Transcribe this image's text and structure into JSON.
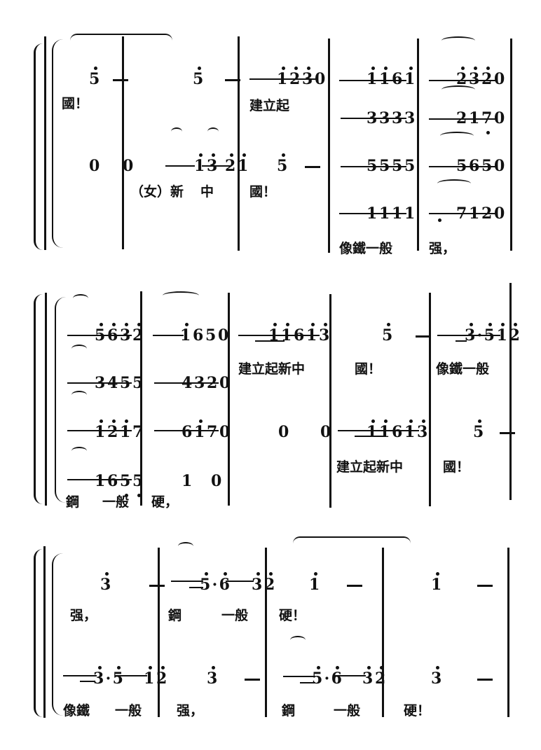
{
  "score": {
    "notation": "jianpu",
    "systems": [
      {
        "id": "system-1",
        "voices": [
          {
            "part": "upper",
            "measures": [
              {
                "notes": "5̇ —",
                "lyric": "國！"
              },
              {
                "notes": "5̇ —",
                "lyric": ""
              },
              {
                "notes": "1̇2̇3̇0",
                "lyric": "建立起"
              },
              {
                "notes": "1̇1̇61̇",
                "lyric": ""
              },
              {
                "notes": "2̇3̇2̇0",
                "lyric": ""
              }
            ]
          },
          {
            "part": "alto",
            "measures": [
              {
                "notes": "",
                "lyric": ""
              },
              {
                "notes": "",
                "lyric": ""
              },
              {
                "notes": "",
                "lyric": ""
              },
              {
                "notes": "3333",
                "lyric": ""
              },
              {
                "notes": "2170",
                "lyric": ""
              }
            ]
          },
          {
            "part": "women",
            "measures": [
              {
                "notes": "0 0",
                "lyric": ""
              },
              {
                "notes": "1̇3̇2̇1̇",
                "lyric": "（女）新 中"
              },
              {
                "notes": "5̇ —",
                "lyric": "國！"
              },
              {
                "notes": "5555",
                "lyric": ""
              },
              {
                "notes": "5650",
                "lyric": ""
              }
            ]
          },
          {
            "part": "bass",
            "measures": [
              {
                "notes": "",
                "lyric": ""
              },
              {
                "notes": "",
                "lyric": ""
              },
              {
                "notes": "",
                "lyric": ""
              },
              {
                "notes": "1111",
                "lyric": "像鐵一般"
              },
              {
                "notes": "7̣120",
                "lyric": "强，"
              }
            ]
          }
        ]
      },
      {
        "id": "system-2",
        "voices": [
          {
            "part": "upper",
            "measures": [
              {
                "notes": "5̇6̇3̇2̇",
                "lyric": ""
              },
              {
                "notes": "1̇650",
                "lyric": ""
              },
              {
                "notes": "1̇1̇61̇3̇",
                "lyric": "建立起新中"
              },
              {
                "notes": "5̇ —",
                "lyric": "國！"
              },
              {
                "notes": "3̇·5̇1̇2̇",
                "lyric": "像鐵一般"
              }
            ]
          },
          {
            "part": "alto",
            "measures": [
              {
                "notes": "3455",
                "lyric": ""
              },
              {
                "notes": "4320",
                "lyric": ""
              },
              {
                "notes": "0 0",
                "lyric": ""
              },
              {
                "notes": "1̇1̇61̇3̇",
                "lyric": "建立起新中"
              },
              {
                "notes": "5̇ —",
                "lyric": "國！"
              }
            ]
          },
          {
            "part": "women",
            "measures": [
              {
                "notes": "1̇2̇1̇7",
                "lyric": ""
              },
              {
                "notes": "61̇70",
                "lyric": ""
              },
              {
                "notes": "",
                "lyric": ""
              },
              {
                "notes": "",
                "lyric": ""
              },
              {
                "notes": "",
                "lyric": ""
              }
            ]
          },
          {
            "part": "bass",
            "measures": [
              {
                "notes": "1655",
                "lyric": "鋼 一般"
              },
              {
                "notes": "1 0",
                "lyric": "硬，"
              },
              {
                "notes": "",
                "lyric": ""
              },
              {
                "notes": "",
                "lyric": ""
              },
              {
                "notes": "",
                "lyric": ""
              }
            ]
          }
        ]
      },
      {
        "id": "system-3",
        "voices": [
          {
            "part": "upper",
            "measures": [
              {
                "notes": "3̇ —",
                "lyric": "强，"
              },
              {
                "notes": "5̇·6̇ 3̇2̇",
                "lyric": "鋼 一般"
              },
              {
                "notes": "1̇ —",
                "lyric": "硬！"
              },
              {
                "notes": "1̇ —",
                "lyric": ""
              }
            ]
          },
          {
            "part": "lower",
            "measures": [
              {
                "notes": "3̇·5̇ 1̇2̇",
                "lyric": "像鐵 一般"
              },
              {
                "notes": "3̇ —",
                "lyric": "强，"
              },
              {
                "notes": "5̇·6̇ 3̇2̇",
                "lyric": "鋼 一般"
              },
              {
                "notes": "3̇ —",
                "lyric": "硬！"
              }
            ]
          }
        ]
      }
    ]
  },
  "text": {
    "s1": {
      "r1": {
        "m1a": "5",
        "m1dash": "",
        "m2a": "5",
        "m3": [
          "1",
          "2",
          "3",
          "0"
        ],
        "m4": [
          "1",
          "1",
          "6",
          "1"
        ],
        "m5": [
          "2",
          "3",
          "2",
          "0"
        ]
      },
      "r1_lyrics": {
        "m1": "國！",
        "m3": "建立起"
      },
      "r2": {
        "m4": [
          "3",
          "3",
          "3",
          "3"
        ],
        "m5": [
          "2",
          "1",
          "7",
          "0"
        ]
      },
      "r3": {
        "m1a": "0",
        "m1b": "0",
        "m2": [
          "1",
          "3",
          "2",
          "1"
        ],
        "m3": "5",
        "m4": [
          "5",
          "5",
          "5",
          "5"
        ],
        "m5": [
          "5",
          "6",
          "5",
          "0"
        ]
      },
      "r3_lyrics": {
        "m2a": "（女）新",
        "m2b": "中",
        "m3": "國！"
      },
      "r4": {
        "m4": [
          "1",
          "1",
          "1",
          "1"
        ],
        "m5": [
          "7",
          "1",
          "2",
          "0"
        ]
      },
      "r5_lyrics": {
        "m4": "像鐵一般",
        "m5": "强，"
      }
    },
    "s2": {
      "r1": {
        "m1": [
          "5",
          "6",
          "3",
          "2"
        ],
        "m2": [
          "1",
          "6",
          "5",
          "0"
        ],
        "m3": [
          "1",
          "1",
          "6",
          "1",
          "3"
        ],
        "m4": "5",
        "m5": [
          "3",
          "·",
          "5",
          "1",
          "2"
        ]
      },
      "r2": {
        "m1": [
          "3",
          "4",
          "5",
          "5"
        ],
        "m2": [
          "4",
          "3",
          "2",
          "0"
        ]
      },
      "r2_lyrics": {
        "m3": "建立起新中",
        "m4": "國！",
        "m5": "像鐵一般"
      },
      "r3": {
        "m1": [
          "1",
          "2",
          "1",
          "7"
        ],
        "m2": [
          "6",
          "1",
          "7",
          "0"
        ],
        "m3a": "0",
        "m3b": "0",
        "m4": [
          "1",
          "1",
          "6",
          "1",
          "3"
        ],
        "m5": "5"
      },
      "r4": {
        "m1": [
          "1",
          "6",
          "5",
          "5"
        ],
        "m2a": "1",
        "m2b": "0"
      },
      "r4_lyrics": {
        "m4": "建立起新中",
        "m5": "國！"
      },
      "r5_lyrics": {
        "m1a": "鋼",
        "m1b": "一般",
        "m2": "硬，"
      }
    },
    "s3": {
      "r1": {
        "m1": "3",
        "m2a": [
          "5",
          "·",
          "6"
        ],
        "m2b": [
          "3",
          "2"
        ],
        "m3": "1",
        "m4": "1"
      },
      "r2_lyrics": {
        "m1": "强，",
        "m2a": "鋼",
        "m2b": "一般",
        "m3": "硬！"
      },
      "r3": {
        "m1a": [
          "3",
          "·",
          "5"
        ],
        "m1b": [
          "1",
          "2"
        ],
        "m2": "3",
        "m3a": [
          "5",
          "·",
          "6"
        ],
        "m3b": [
          "3",
          "2"
        ],
        "m4": "3"
      },
      "r4_lyrics": {
        "m1a": "像鐵",
        "m1b": "一般",
        "m2": "强，",
        "m3a": "鋼",
        "m3b": "一般",
        "m4": "硬！"
      }
    }
  }
}
